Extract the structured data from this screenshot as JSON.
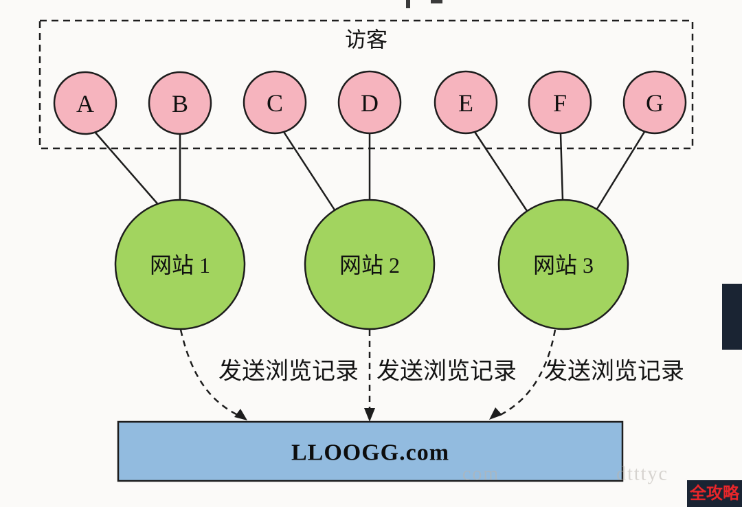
{
  "diagram": {
    "visitors_group_label": "访客",
    "visitors": [
      "A",
      "B",
      "C",
      "D",
      "E",
      "F",
      "G"
    ],
    "websites": [
      "网站 1",
      "网站 2",
      "网站 3"
    ],
    "edge_labels": [
      "发送浏览记录",
      "发送浏览记录",
      "发送浏览记录"
    ],
    "server_label": "LLOOGG.com",
    "colors": {
      "visitor_fill": "#f6b4be",
      "website_fill": "#a2d45f",
      "server_fill": "#92bbdf",
      "line": "#1d1d1d"
    }
  },
  "watermarks": {
    "faint_left": "com",
    "faint_right": "dtttyc",
    "red_badge": "全攻略"
  }
}
